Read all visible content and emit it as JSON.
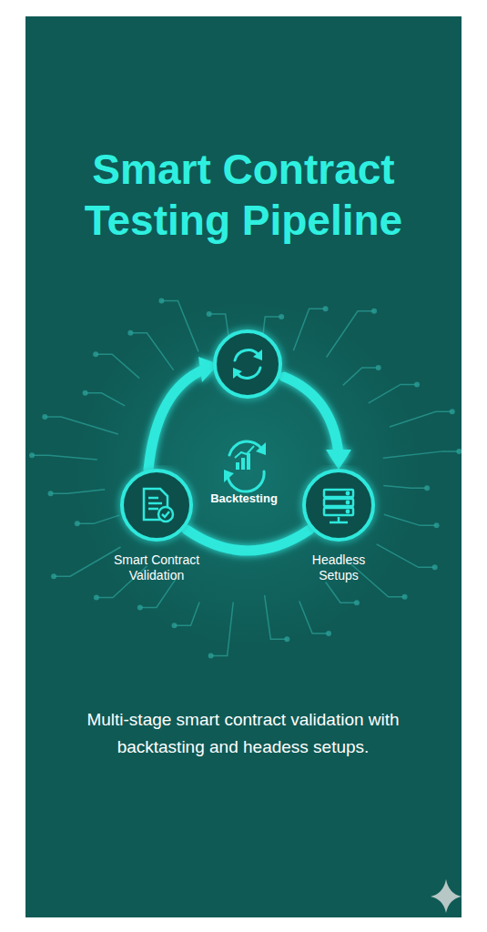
{
  "diagram": {
    "title": "Smart Contract Testing Pipeline",
    "caption": "Multi-stage smart contract validation with backtasting and headess setups.",
    "nodes": [
      {
        "text": [
          "Smart Contract Validation"
        ]
      },
      {
        "text": [
          "Headless Setups"
        ]
      }
    ],
    "labels": [
      "Backtesting"
    ]
  }
}
